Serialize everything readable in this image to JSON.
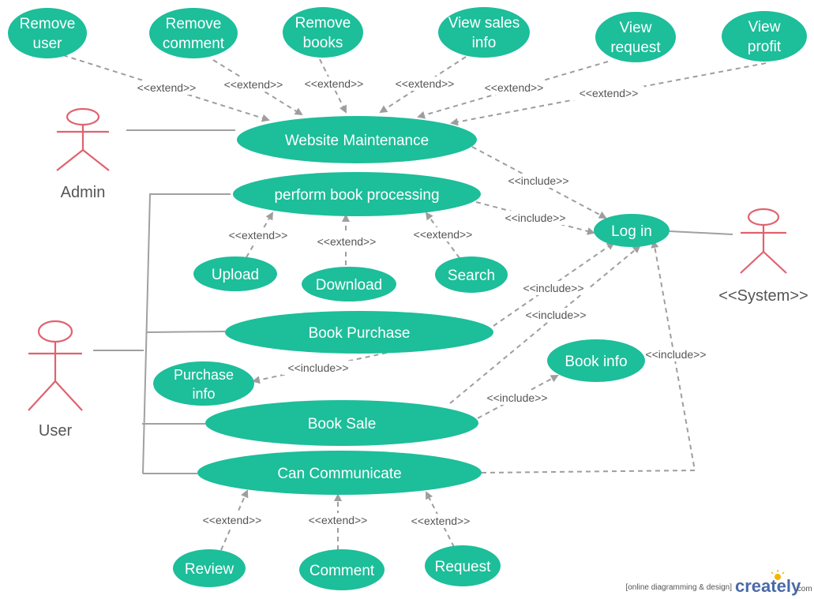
{
  "actors": {
    "admin": "Admin",
    "user": "User",
    "system": "<<System>>"
  },
  "use_cases": {
    "remove_user": [
      "Remove",
      "user"
    ],
    "remove_comment": [
      "Remove",
      "comment"
    ],
    "remove_books": [
      "Remove",
      "books"
    ],
    "view_sales_info": [
      "View sales",
      "info"
    ],
    "view_request": [
      "View",
      "request"
    ],
    "view_profit": [
      "View",
      "profit"
    ],
    "website_maintenance": [
      "Website Maintenance"
    ],
    "perform_book_processing": [
      "perform book processing"
    ],
    "upload": [
      "Upload"
    ],
    "download": [
      "Download"
    ],
    "search": [
      "Search"
    ],
    "log_in": [
      "Log in"
    ],
    "book_purchase": [
      "Book Purchase"
    ],
    "purchase_info": [
      "Purchase",
      "info"
    ],
    "book_info": [
      "Book info"
    ],
    "book_sale": [
      "Book Sale"
    ],
    "can_communicate": [
      "Can Communicate"
    ],
    "review": [
      "Review"
    ],
    "comment": [
      "Comment"
    ],
    "request": [
      "Request"
    ]
  },
  "stereotypes": {
    "extend": "<<extend>>",
    "include": "<<include>>"
  },
  "watermark": {
    "tagline": "[online diagramming & design]",
    "brand": "creately",
    "domain": ".com"
  },
  "colors": {
    "use_case_fill": "#1dbe9a",
    "actor_stroke": "#e0626e",
    "connector": "#9e9e9e"
  }
}
